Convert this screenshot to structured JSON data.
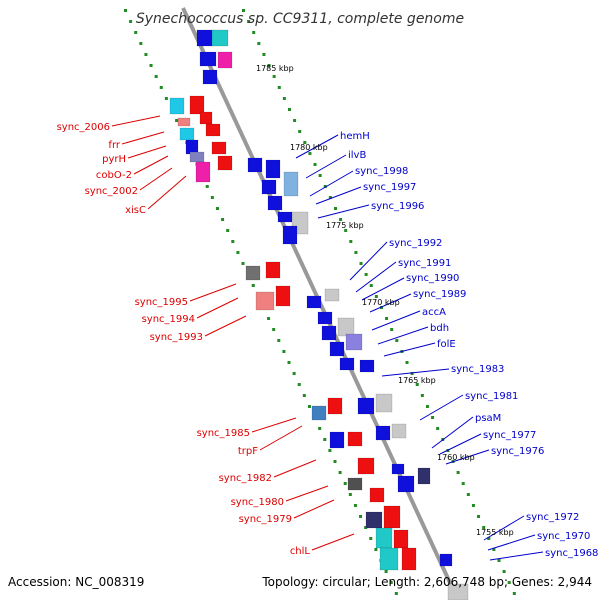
{
  "title": "Synechococcus sp. CC9311, complete genome",
  "footer": {
    "accession": "Accession: NC_008319",
    "topology": "Topology: circular; Length: 2,606,748 bp; Genes: 2,944"
  },
  "colors": {
    "forward_label": "#0000cc",
    "reverse_label": "#dd0000",
    "backbone": "#888888",
    "dots": "#228b22"
  },
  "kbp_markers": [
    "1785 kbp",
    "1780 kbp",
    "1775 kbp",
    "1770 kbp",
    "1765 kbp",
    "1760 kbp",
    "1755 kbp"
  ],
  "forward_genes": [
    "hemH",
    "ilvB",
    "sync_1998",
    "sync_1997",
    "sync_1996",
    "sync_1992",
    "sync_1991",
    "sync_1990",
    "sync_1989",
    "accA",
    "bdh",
    "folE",
    "sync_1983",
    "sync_1981",
    "psaM",
    "sync_1977",
    "sync_1976",
    "sync_1972",
    "sync_1970",
    "sync_1968"
  ],
  "reverse_genes": [
    "sync_2006",
    "frr",
    "pyrH",
    "cobO-2",
    "sync_2002",
    "xisC",
    "sync_1995",
    "sync_1994",
    "sync_1993",
    "sync_1985",
    "trpF",
    "sync_1982",
    "sync_1980",
    "sync_1979",
    "chlL"
  ]
}
